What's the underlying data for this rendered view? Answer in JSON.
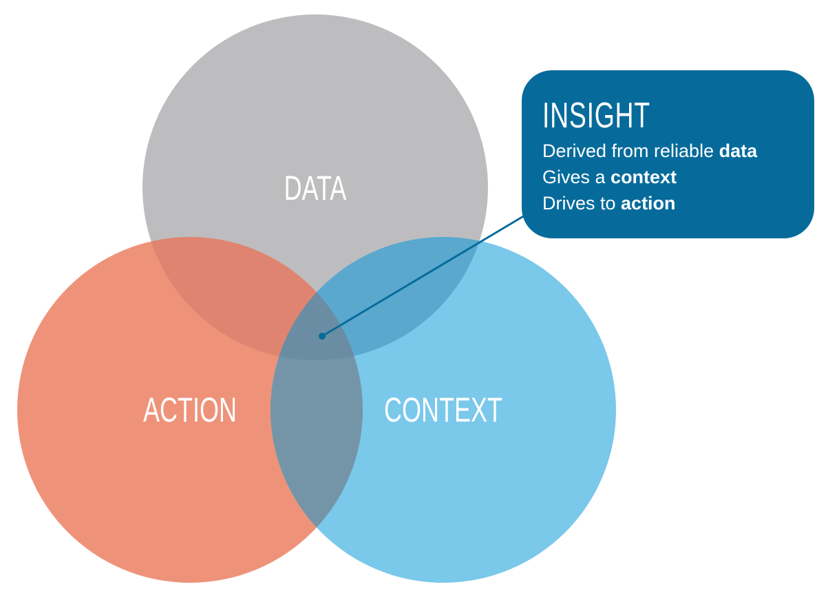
{
  "colors": {
    "data": "#bdbdbf",
    "action": "#ee937a",
    "context": "#7ac8ea",
    "data_action": "#df8470",
    "data_context": "#5aa8cd",
    "action_context": "#7495a8",
    "center": "#6a8da3",
    "callout": "#066b9b"
  },
  "circles": {
    "data": "DATA",
    "action": "ACTION",
    "context": "CONTEXT"
  },
  "callout": {
    "title": "INSIGHT",
    "lines": [
      {
        "text": "Derived from reliable ",
        "bold": "data"
      },
      {
        "text": "Gives a ",
        "bold": "context"
      },
      {
        "text": "Drives to ",
        "bold": "action"
      }
    ]
  }
}
